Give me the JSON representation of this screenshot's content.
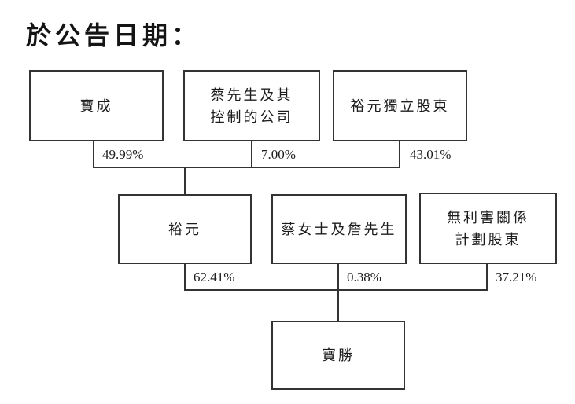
{
  "title": "於公告日期：",
  "diagram": {
    "nodes": [
      {
        "id": "pou-chen",
        "label": "寶成"
      },
      {
        "id": "mr-tsai-controlled-companies",
        "label": "蔡先生及其\n控制的公司"
      },
      {
        "id": "yue-yuen-independent-shareholders",
        "label": "裕元獨立股東"
      },
      {
        "id": "yue-yuen",
        "label": "裕元"
      },
      {
        "id": "ms-tsai-and-mr-chan",
        "label": "蔡女士及詹先生"
      },
      {
        "id": "disinterested-scheme-shareholders",
        "label": "無利害關係\n計劃股東"
      },
      {
        "id": "pou-sheng",
        "label": "寶勝"
      }
    ],
    "percentages": [
      {
        "from": "pou-chen",
        "value": "49.99%"
      },
      {
        "from": "mr-tsai-controlled-companies",
        "value": "7.00%"
      },
      {
        "from": "yue-yuen-independent-shareholders",
        "value": "43.01%"
      },
      {
        "from": "yue-yuen",
        "value": "62.41%"
      },
      {
        "from": "ms-tsai-and-mr-chan",
        "value": "0.38%"
      },
      {
        "from": "disinterested-scheme-shareholders",
        "value": "37.21%"
      }
    ]
  }
}
